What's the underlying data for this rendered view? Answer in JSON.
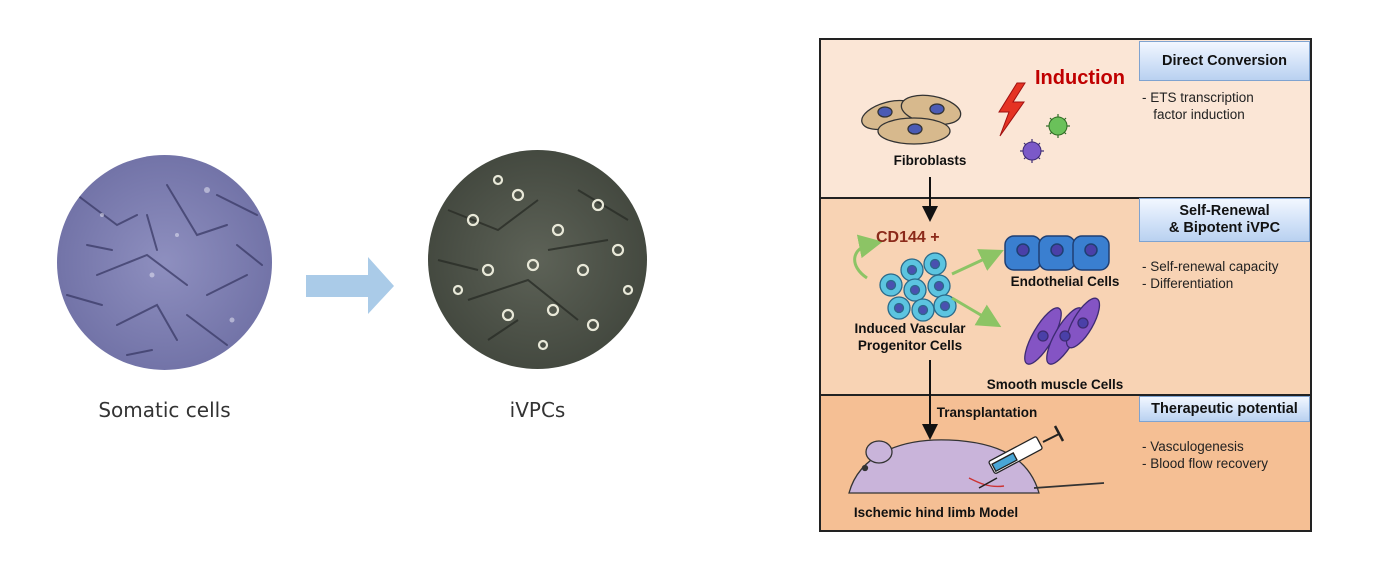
{
  "left": {
    "somatic_label": "Somatic cells",
    "ivpc_label": "iVPCs"
  },
  "colors": {
    "arrow": "#aacbe8",
    "band_top": "#fbe6d6",
    "band_mid": "#f8d3b4",
    "band_bottom": "#f5bf94",
    "induction_red": "#c00000",
    "cd144": "#8b2a1a"
  },
  "panel": {
    "sections": [
      {
        "header": "Direct Conversion",
        "bullets": [
          "- ETS transcription",
          "   factor induction"
        ]
      },
      {
        "header": "Self-Renewal\n& Bipotent iVPC",
        "bullets": [
          "- Self-renewal capacity",
          "- Differentiation"
        ]
      },
      {
        "header": "Therapeutic potential",
        "bullets": [
          "- Vasculogenesis",
          "- Blood flow recovery"
        ]
      }
    ],
    "labels": {
      "induction": "Induction",
      "fibroblasts": "Fibroblasts",
      "cd144": "CD144 +",
      "endothelial": "Endothelial Cells",
      "ivpc": "Induced Vascular\nProgenitor Cells",
      "smooth_muscle": "Smooth muscle Cells",
      "transplantation": "Transplantation",
      "model": "Ischemic hind limb Model"
    }
  }
}
